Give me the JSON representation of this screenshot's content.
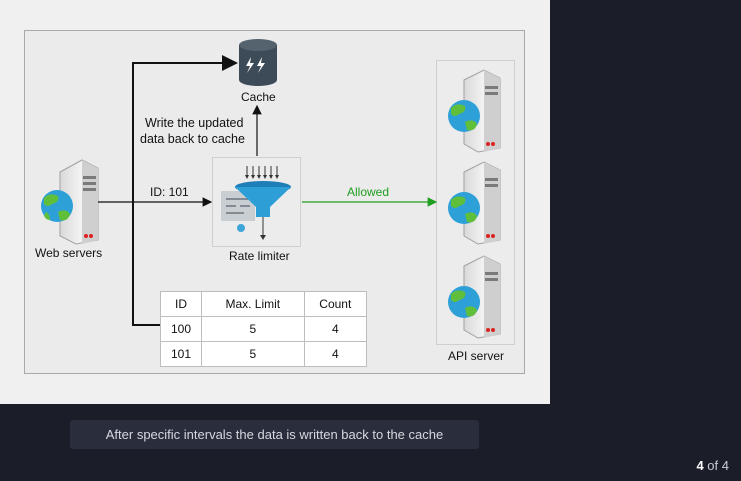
{
  "diagram": {
    "cache_label": "Cache",
    "write_back_line1": "Write the updated",
    "write_back_line2": "data back to cache",
    "id_label": "ID: 101",
    "allowed_label": "Allowed",
    "web_servers_label": "Web servers",
    "rate_limiter_label": "Rate limiter",
    "api_server_label": "API server",
    "table": {
      "headers": [
        "ID",
        "Max. Limit",
        "Count"
      ],
      "rows": [
        [
          "100",
          "5",
          "4"
        ],
        [
          "101",
          "5",
          "4"
        ]
      ]
    },
    "colors": {
      "allowed_green": "#1f9e1f",
      "funnel_blue": "#2e9fd6",
      "cache_dark": "#3d4a57"
    }
  },
  "caption": "After specific intervals the data is written back to the cache",
  "pager": {
    "current": "4",
    "separator": "of",
    "total": "4"
  }
}
